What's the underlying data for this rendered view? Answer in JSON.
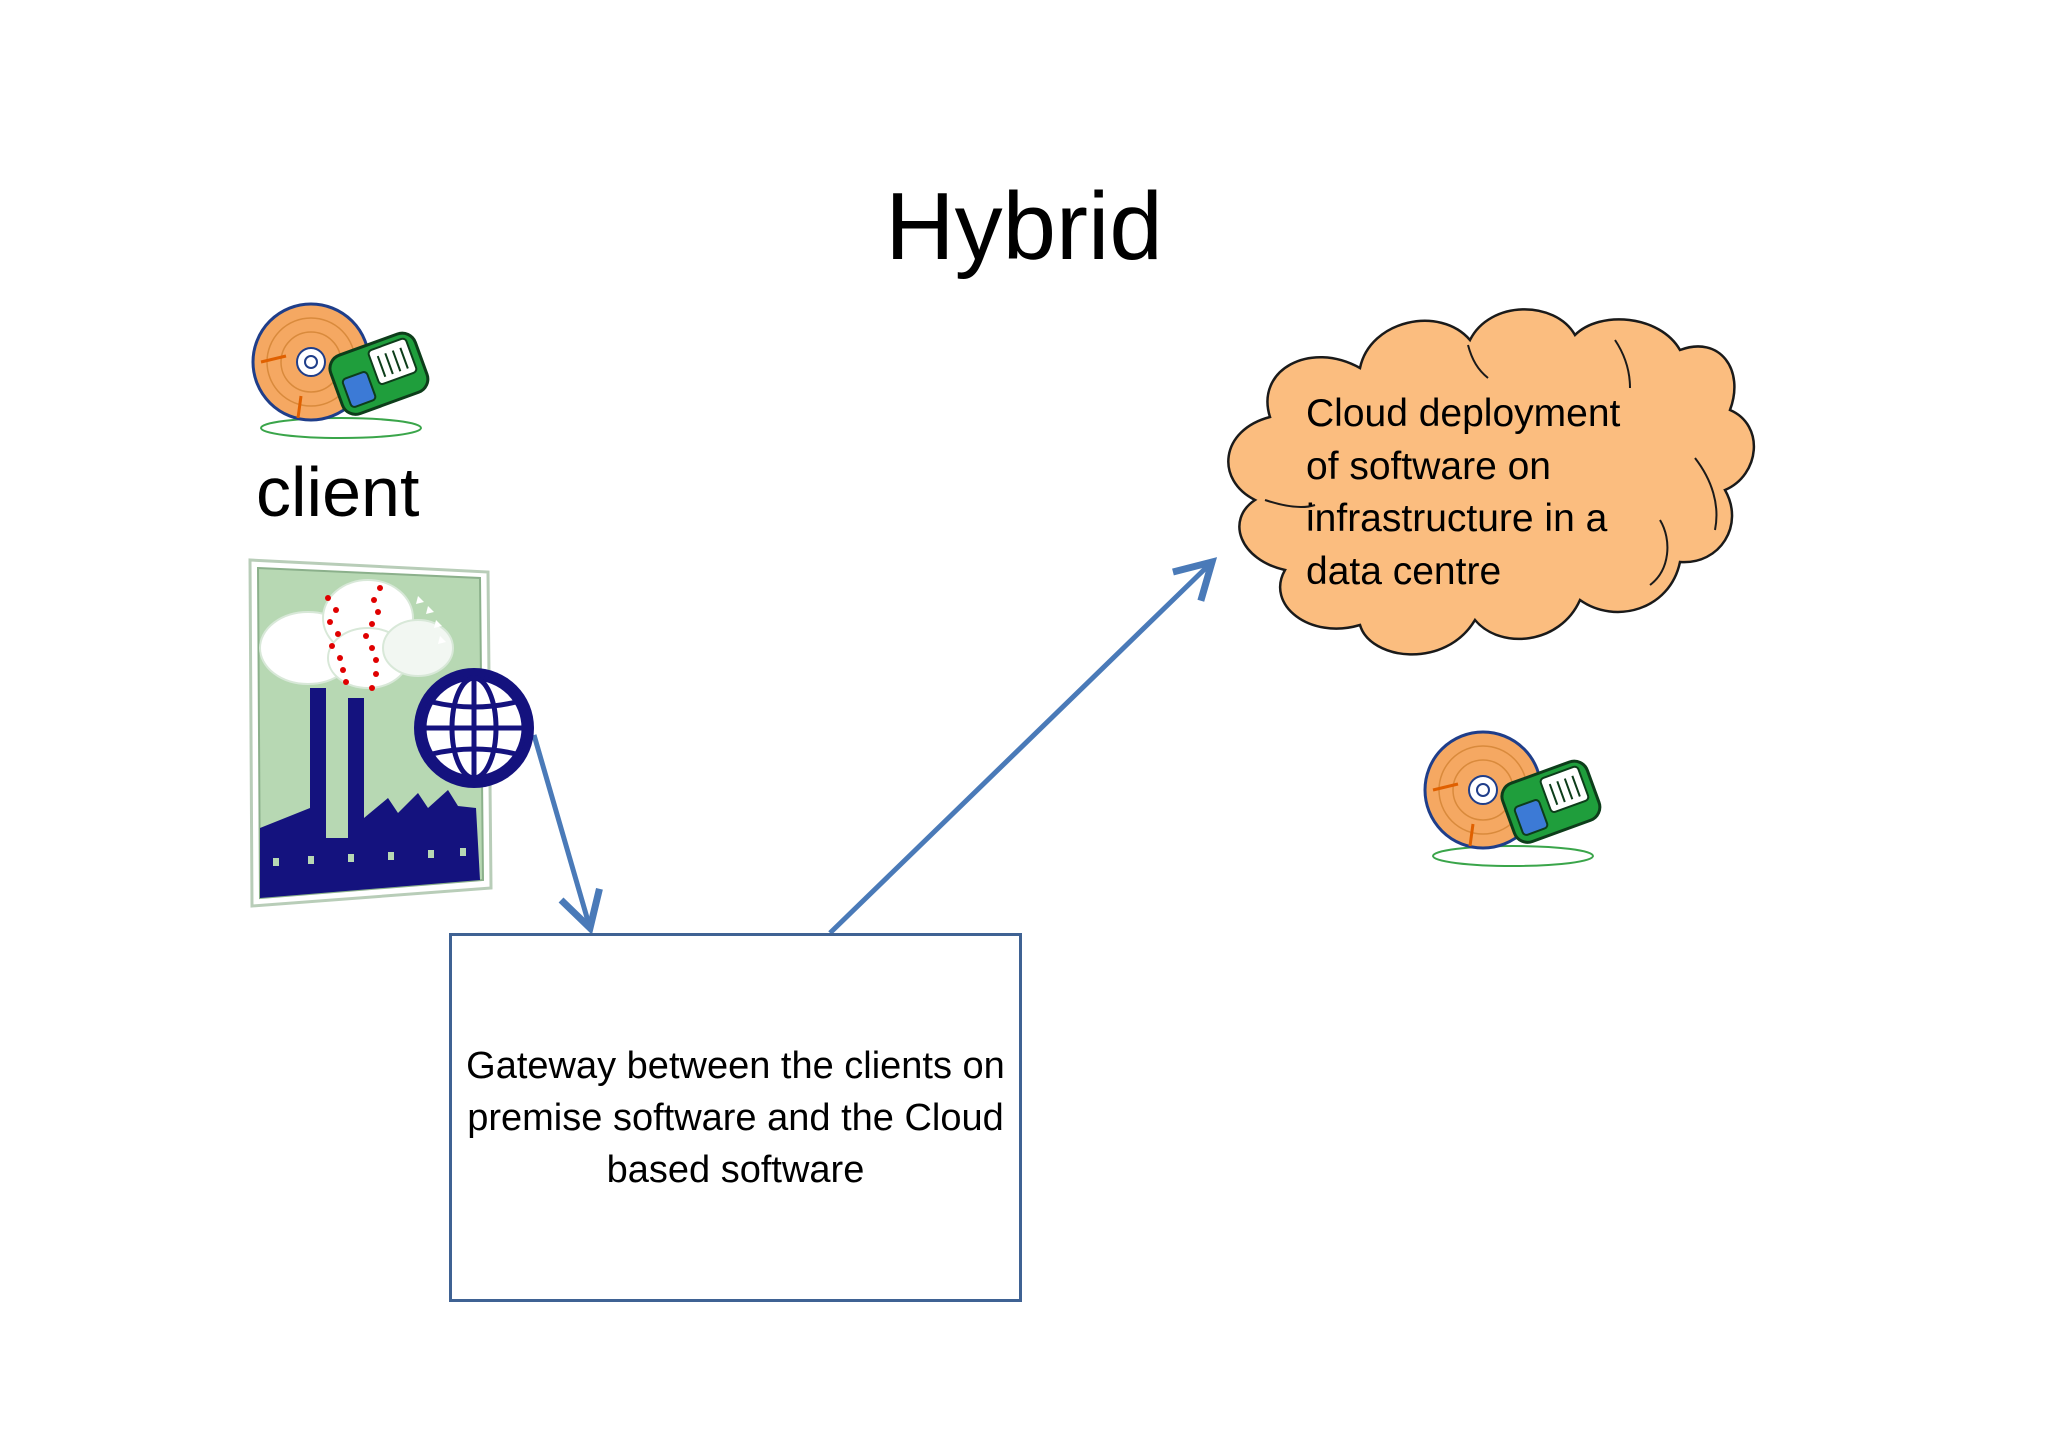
{
  "slide": {
    "title": "Hybrid",
    "client_label": "client",
    "cloud_text": "Cloud deployment of software on infrastructure in a data centre",
    "gateway_text": "Gateway between the clients on premise software and the Cloud based software"
  },
  "icons": {
    "software_disk_top": "cd-disk-icon",
    "factory": "factory-icon",
    "globe": "globe-icon",
    "software_disk_cloud": "cd-disk-icon"
  },
  "colors": {
    "cloud_fill": "#fbbd7f",
    "cloud_stroke": "#1a1a1a",
    "arrow": "#4a7ab8",
    "box_border": "#3f6293",
    "factory_bg": "#b7d8b3",
    "factory_navy": "#14127e",
    "disk_orange": "#f5a862",
    "disk_green": "#1f9e3c",
    "smoke_dots": "#e00000"
  }
}
